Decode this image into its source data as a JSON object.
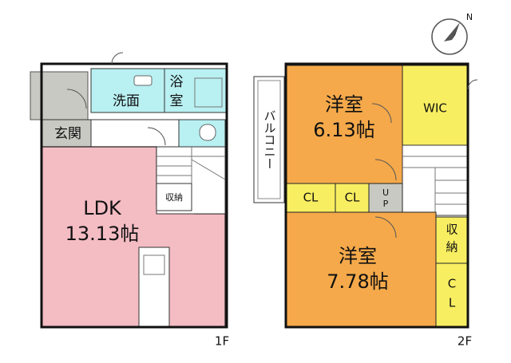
{
  "floor1": {
    "label": "1F",
    "ldk_name": "LDK",
    "ldk_size": "13.13帖",
    "wash": "洗面",
    "bath_1": "浴",
    "bath_2": "室",
    "entrance": "玄関",
    "storage": "収納"
  },
  "floor2": {
    "label": "2F",
    "room1_name": "洋室",
    "room1_size": "6.13帖",
    "room2_name": "洋室",
    "room2_size": "7.78帖",
    "wic": "WIC",
    "cl_a": "CL",
    "cl_b": "CL",
    "up_1": "U",
    "up_2": "P",
    "storage_1": "収",
    "storage_2": "納",
    "cl_v1": "C",
    "cl_v2": "L",
    "balcony": "バルコニー"
  },
  "compass": {
    "letter": "N",
    "icon": "compass-icon"
  },
  "colors": {
    "ldk": "#f4bcc3",
    "room": "#f5a94a",
    "yellow": "#f8ee61",
    "wet": "#b9f0f2",
    "grey": "#c9c9c3"
  }
}
